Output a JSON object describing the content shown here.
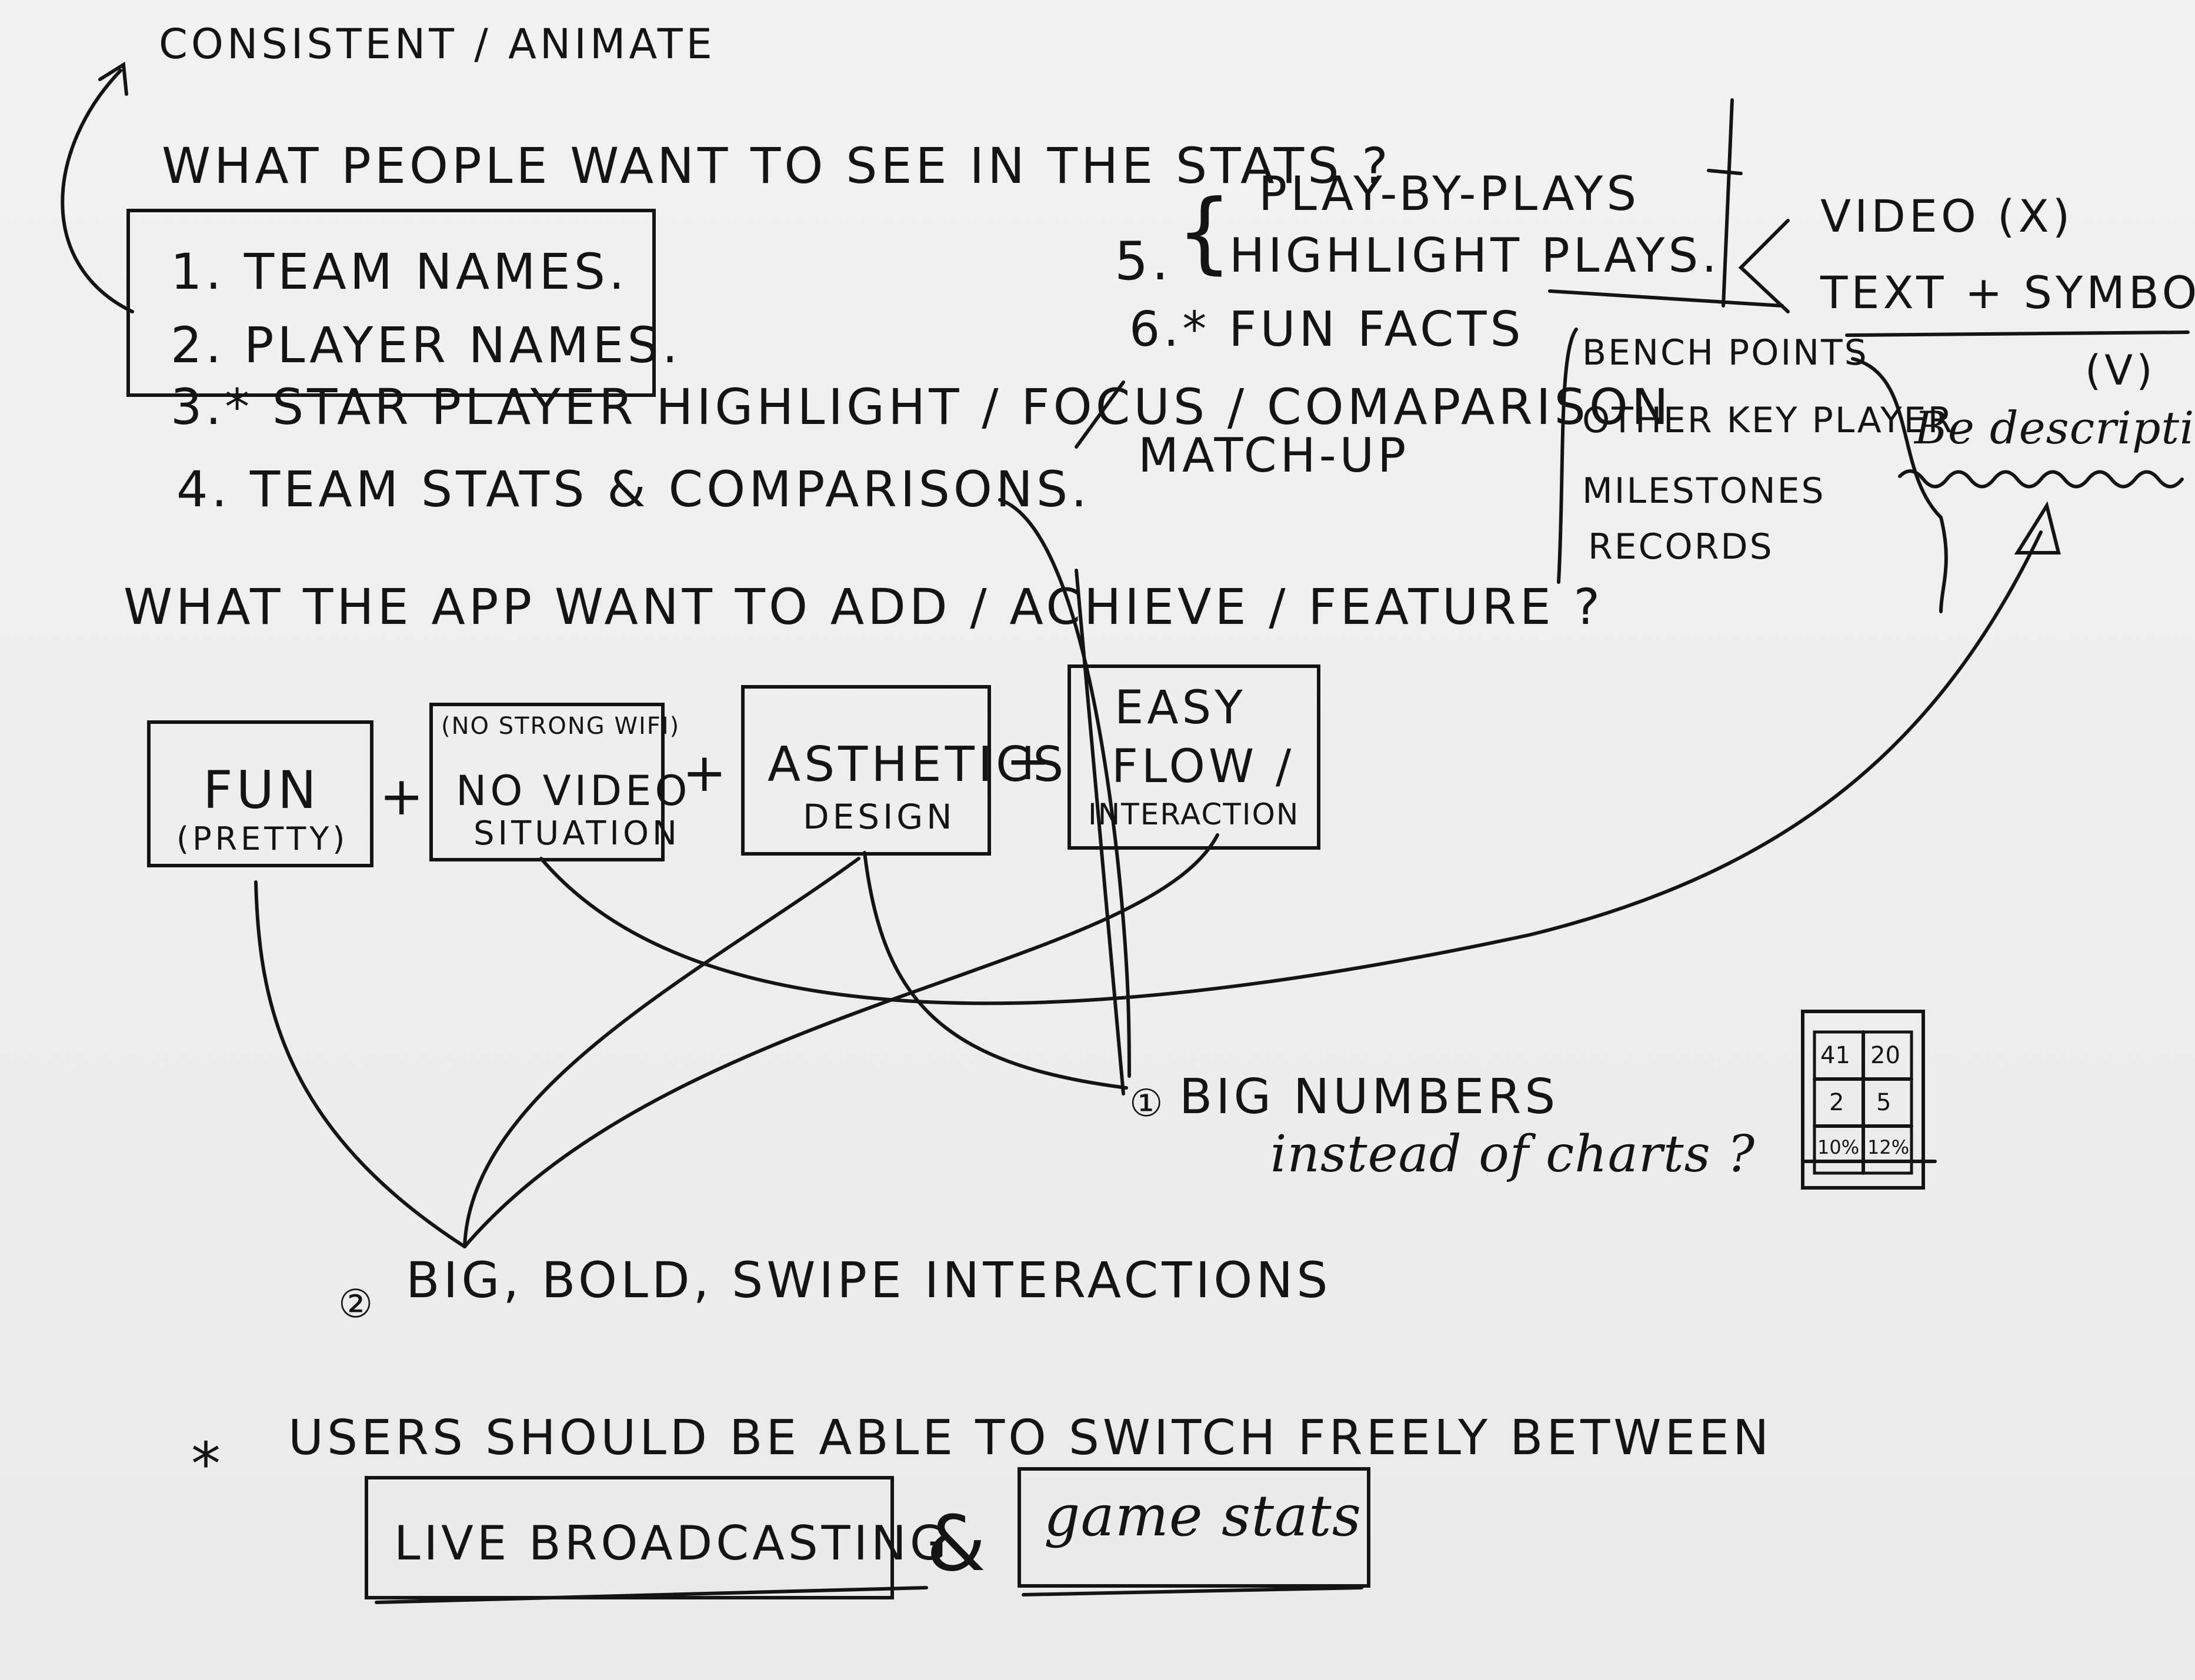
{
  "header": {
    "consistent_animate": "CONSISTENT / ANIMATE"
  },
  "stats_section": {
    "question": "WHAT PEOPLE WANT TO SEE IN THE STATS ?",
    "items": [
      "1. TEAM NAMES.",
      "2. PLAYER NAMES.",
      "3.* STAR PLAYER HIGHLIGHT / FOCUS / COMAPARISON",
      "MATCH-UP",
      "4. TEAM STATS & COMPARISONS."
    ],
    "item5_number": "5.",
    "item5_lines": [
      "PLAY-BY-PLAYS",
      "HIGHLIGHT PLAYS."
    ],
    "item6": "6.* FUN FACTS",
    "fun_facts": [
      "BENCH POINTS",
      "OTHER KEY PLAYER",
      "MILESTONES",
      "RECORDS"
    ],
    "media_options": {
      "video": "VIDEO (X)",
      "text_symbol": "TEXT + SYMBOL",
      "check": "(V)",
      "note": "Be descriptive!"
    }
  },
  "app_section": {
    "question": "WHAT THE APP WANT TO ADD / ACHIEVE / FEATURE ?",
    "boxes": [
      {
        "line1": "FUN",
        "line2": "(PRETTY)"
      },
      {
        "line0": "(NO STRONG WIFI)",
        "line1": "NO VIDEO",
        "line2": "SITUATION"
      },
      {
        "line1": "ASTHETICS",
        "line2": "DESIGN"
      },
      {
        "line1": "EASY",
        "line2": "FLOW /",
        "line3": "INTERACTION"
      }
    ],
    "plus": "+"
  },
  "outcomes": {
    "big_numbers_marker": "①",
    "big_numbers": "BIG NUMBERS",
    "instead_of_charts": "instead of charts ?",
    "swipe_marker": "②",
    "swipe": "BIG, BOLD, SWIPE INTERACTIONS",
    "grid_values": [
      "41",
      "20",
      "2",
      "5",
      "10%",
      "12%"
    ]
  },
  "footer": {
    "star": "*",
    "statement": "USERS SHOULD BE ABLE TO SWITCH FREELY BETWEEN",
    "live_broadcasting": "LIVE BROADCASTING",
    "ampersand": "&",
    "game_stats": "game stats"
  }
}
